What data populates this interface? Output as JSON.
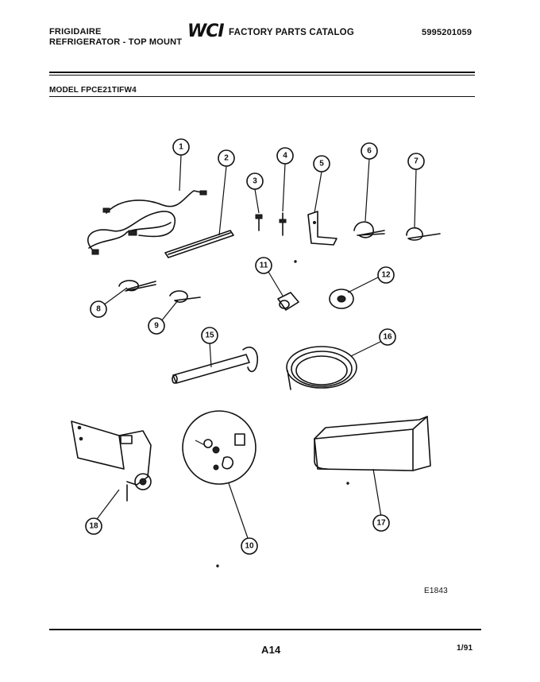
{
  "header": {
    "brand": "FRIGIDAIRE",
    "product_line": "REFRIGERATOR - TOP MOUNT",
    "logo": "WCI",
    "catalog_title": "FACTORY PARTS CATALOG",
    "doc_number": "5995201059"
  },
  "model_line": "MODEL FPCE21TIFW4",
  "figure_code": "E1843",
  "footer": {
    "page_number": "A14",
    "date_code": "1/91"
  },
  "callouts": [
    "1",
    "2",
    "3",
    "4",
    "5",
    "6",
    "7",
    "8",
    "9",
    "10",
    "11",
    "12",
    "15",
    "16",
    "17",
    "18"
  ]
}
